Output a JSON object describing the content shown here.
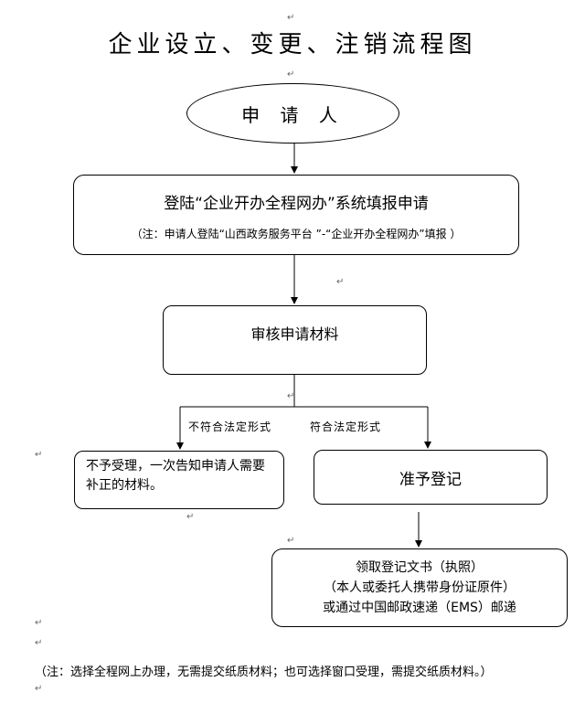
{
  "title": "企业设立、变更、注销流程图",
  "nodes": {
    "applicant": "申 请 人",
    "login": {
      "main": "登陆“企业开办全程网办”系统填报申请",
      "note": "（注：申请人登陆“山西政务服务平台 ”-“企业开办全程网办”填报 ）"
    },
    "review": "审核申请材料",
    "reject": "不予受理，一次告知申请人需要补正的材料。",
    "approve": "准予登记",
    "collect": {
      "line1": "领取登记文书（执照）",
      "line2": "（本人或委托人携带身份证原件）",
      "line3": "或通过中国邮政速递（EMS）邮递"
    }
  },
  "edges": {
    "not_compliant": "不符合法定形式",
    "compliant": "符合法定形式"
  },
  "footnote": "（注：选择全程网上办理，无需提交纸质材料；也可选择窗口受理，需提交纸质材料。）",
  "paragraph_mark": "↵"
}
